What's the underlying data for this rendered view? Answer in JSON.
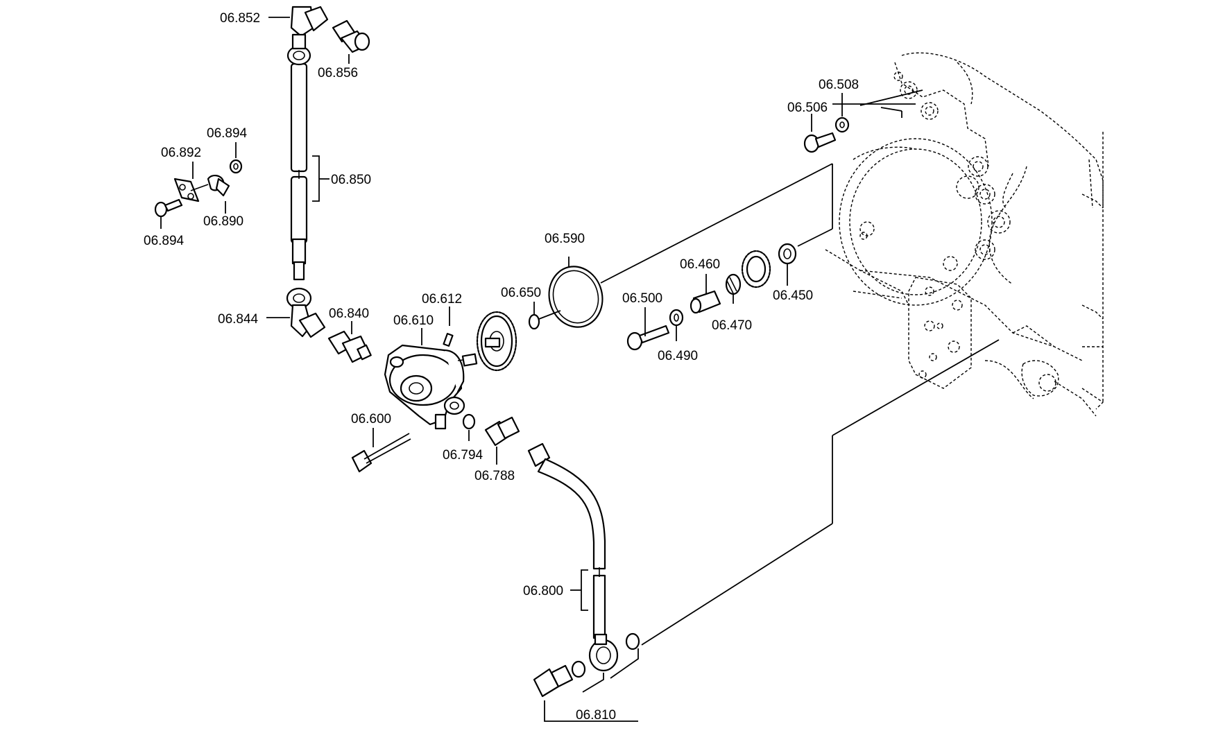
{
  "labels": {
    "p06852": "06.852",
    "p06856": "06.856",
    "p06894a": "06.894",
    "p06892": "06.892",
    "p06850": "06.850",
    "p06890": "06.890",
    "p06894b": "06.894",
    "p06844": "06.844",
    "p06840": "06.840",
    "p06612": "06.612",
    "p06610": "06.610",
    "p06650": "06.650",
    "p06590": "06.590",
    "p06600": "06.600",
    "p06794": "06.794",
    "p06788": "06.788",
    "p06800": "06.800",
    "p06810": "06.810",
    "p06506": "06.506",
    "p06508": "06.508",
    "p06460": "06.460",
    "p06500": "06.500",
    "p06490": "06.490",
    "p06470": "06.470",
    "p06450": "06.450"
  }
}
